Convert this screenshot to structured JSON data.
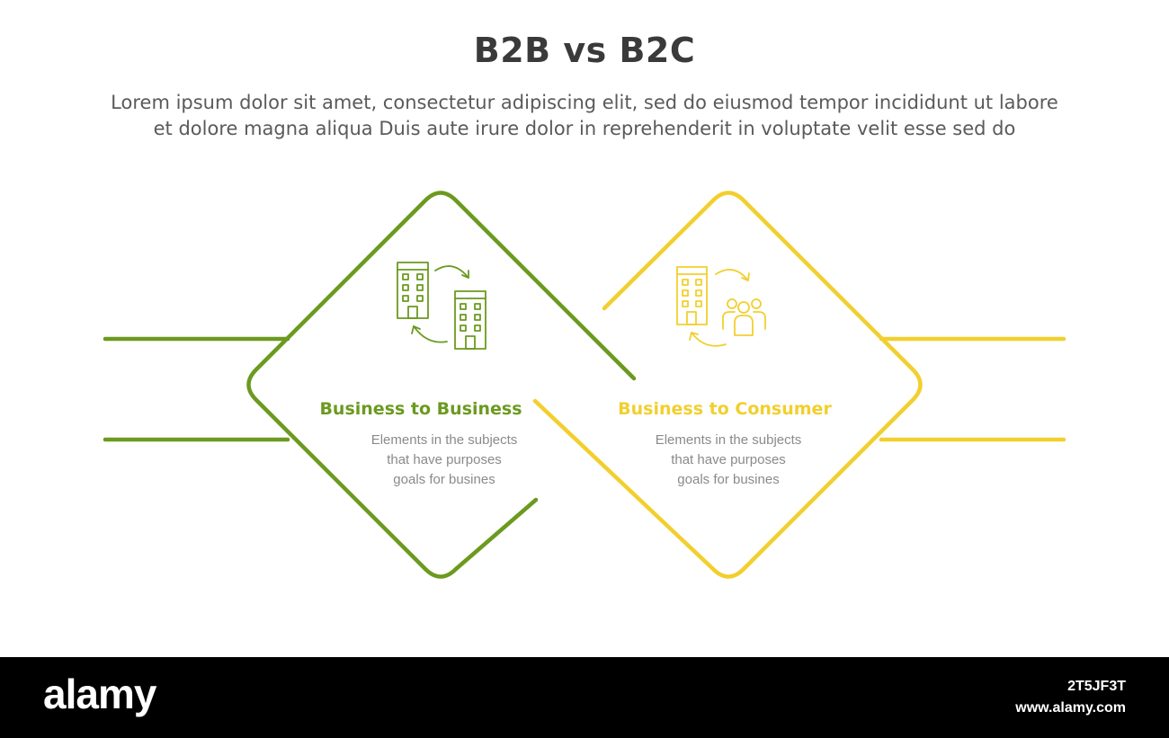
{
  "header": {
    "title": "B2B vs B2C",
    "subtitle_line1": "Lorem ipsum dolor sit amet, consectetur adipiscing elit, sed do eiusmod tempor incididunt ut labore",
    "subtitle_line2": "et dolore magna aliqua Duis aute irure dolor in reprehenderit in voluptate velit esse sed do"
  },
  "cards": [
    {
      "title": "Business to Business",
      "desc_line1": "Elements in the subjects",
      "desc_line2": "that have purposes",
      "desc_line3": "goals for busines",
      "color": "#6b9a1f",
      "icon": "buildings-exchange-icon"
    },
    {
      "title": "Business to Consumer",
      "desc_line1": "Elements in the subjects",
      "desc_line2": "that have purposes",
      "desc_line3": "goals for busines",
      "color": "#f2cf2e",
      "icon": "building-to-people-icon"
    }
  ],
  "footer": {
    "logo": "alamy",
    "image_id": "2T5JF3T",
    "url": "www.alamy.com"
  }
}
